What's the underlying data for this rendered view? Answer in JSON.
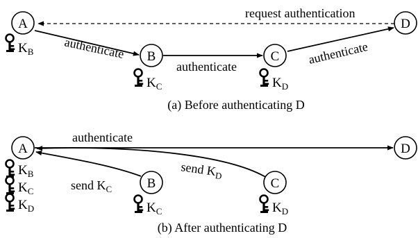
{
  "diagram_a": {
    "caption": "(a) Before authenticating D",
    "nodes": {
      "A": "A",
      "B": "B",
      "C": "C",
      "D": "D"
    },
    "edges": {
      "request": "request authentication",
      "a_to_b": "authenticate",
      "b_to_c": "authenticate",
      "c_to_d": "authenticate"
    },
    "keys": {
      "A": [
        {
          "base": "K",
          "sub": "B"
        }
      ],
      "B": [
        {
          "base": "K",
          "sub": "C"
        }
      ],
      "C": [
        {
          "base": "K",
          "sub": "D"
        }
      ]
    }
  },
  "diagram_b": {
    "caption": "(b) After authenticating D",
    "nodes": {
      "A": "A",
      "B": "B",
      "C": "C",
      "D": "D"
    },
    "edges": {
      "a_to_d": "authenticate",
      "b_to_a": {
        "base": "send K",
        "sub": "C"
      },
      "c_to_a": {
        "base": "send K",
        "sub": "D"
      }
    },
    "keys": {
      "A": [
        {
          "base": "K",
          "sub": "B"
        },
        {
          "base": "K",
          "sub": "C"
        },
        {
          "base": "K",
          "sub": "D"
        }
      ],
      "B": [
        {
          "base": "K",
          "sub": "C"
        }
      ],
      "C": [
        {
          "base": "K",
          "sub": "D"
        }
      ]
    }
  }
}
